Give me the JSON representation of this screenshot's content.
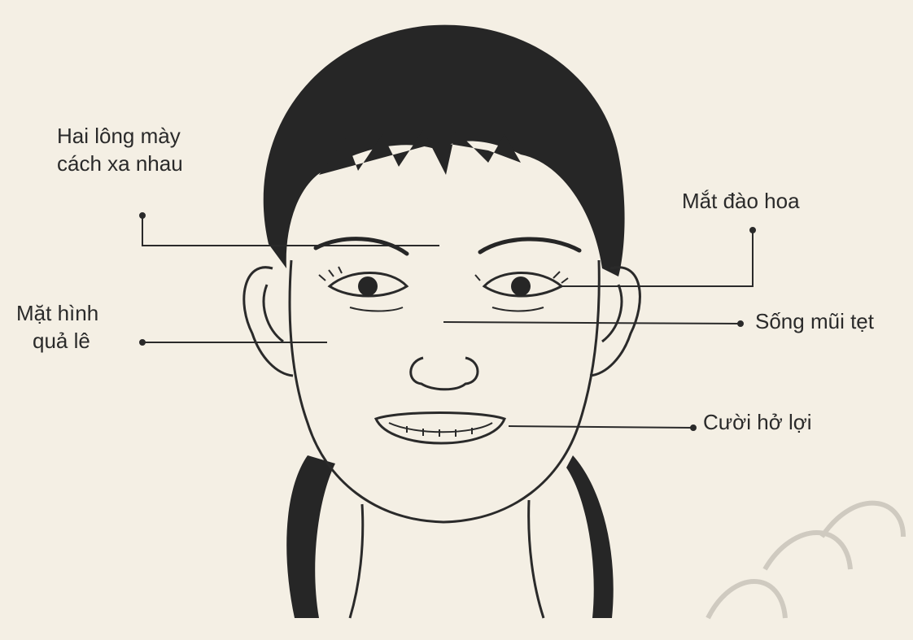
{
  "annotations": {
    "brows": {
      "line1": "Hai lông mày",
      "line2": "cách xa nhau"
    },
    "eyes": {
      "text": "Mắt đào hoa"
    },
    "face": {
      "line1": "Mặt hình",
      "line2": "quả lê"
    },
    "nose": {
      "text": "Sống mũi tẹt"
    },
    "smile": {
      "text": "Cười hở lợi"
    }
  },
  "colors": {
    "background": "#f4efe4",
    "ink": "#2a2a2a",
    "hair": "#262626",
    "watermark": "#cfcac0"
  }
}
